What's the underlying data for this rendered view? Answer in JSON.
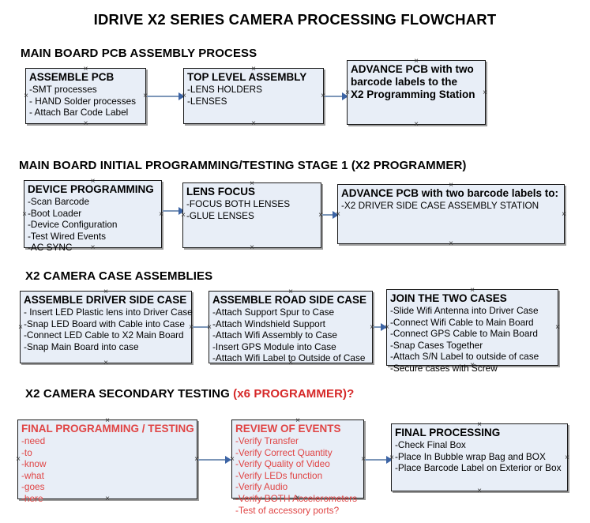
{
  "document": {
    "title": "IDRIVE X2  SERIES CAMERA PROCESSING FLOWCHART"
  },
  "sections": [
    {
      "id": "main-board-pcb-assembly-process",
      "heading": "MAIN BOARD PCB ASSEMBLY PROCESS",
      "heading_accent": "",
      "boxes": [
        {
          "id": "assemble-pcb",
          "title": "ASSEMBLE PCB",
          "lines": [
            "-SMT processes",
            "- HAND Solder processes",
            "- Attach Bar Code Label"
          ],
          "color": "black"
        },
        {
          "id": "top-level-assembly",
          "title": "TOP LEVEL ASSEMBLY",
          "lines": [
            "-LENS HOLDERS",
            "-LENSES"
          ],
          "color": "black"
        },
        {
          "id": "advance-pcb-to-x2-programming-station",
          "title": "ADVANCE PCB with two",
          "lines": [
            "barcode labels to the",
            " X2 Programming Station"
          ],
          "color": "black"
        }
      ]
    },
    {
      "id": "main-board-initial-programming",
      "heading": "MAIN BOARD INITIAL PROGRAMMING/TESTING STAGE 1 (X2 PROGRAMMER)",
      "heading_accent": "",
      "boxes": [
        {
          "id": "device-programming",
          "title": "DEVICE PROGRAMMING",
          "lines": [
            "-Scan Barcode",
            "-Boot Loader",
            "-Device Configuration",
            "-Test Wired Events",
            "-AC SYNC"
          ],
          "color": "black"
        },
        {
          "id": "lens-focus",
          "title": "LENS FOCUS",
          "lines": [
            "-FOCUS BOTH LENSES",
            "-GLUE LENSES"
          ],
          "color": "black"
        },
        {
          "id": "advance-pcb-to-driver-side-case-station",
          "title": "ADVANCE PCB with two barcode labels to:",
          "lines": [
            "-X2 DRIVER  SIDE  CASE  ASSEMBLY STATION"
          ],
          "color": "black"
        }
      ]
    },
    {
      "id": "x2-camera-case-assemblies",
      "heading": "X2 CAMERA CASE ASSEMBLIES",
      "heading_accent": "",
      "boxes": [
        {
          "id": "assemble-driver-side-case",
          "title": "ASSEMBLE DRIVER SIDE CASE",
          "lines": [
            "- Insert LED Plastic lens into Driver Case",
            "-Snap LED Board with Cable into Case",
            "-Connect LED Cable to X2 Main Board",
            "-Snap Main Board into case"
          ],
          "color": "black"
        },
        {
          "id": "assemble-road-side-case",
          "title": "ASSEMBLE ROAD SIDE CASE",
          "lines": [
            "-Attach Support Spur to Case",
            "-Attach Windshield Support",
            "-Attach Wifi Assembly to Case",
            "-Insert GPS Module into Case",
            "-Attach Wifi Label to Outside of Case"
          ],
          "color": "black"
        },
        {
          "id": "join-the-two-cases",
          "title": "JOIN THE TWO CASES",
          "lines": [
            "-Slide Wifi Antenna into Driver Case",
            "-Connect Wifi Cable to Main Board",
            "-Connect GPS Cable to Main Board",
            "-Snap Cases Together",
            "-Attach S/N Label to outside of case",
            "-Secure cases with Screw"
          ],
          "color": "black"
        }
      ]
    },
    {
      "id": "x2-camera-secondary-testing",
      "heading": "X2 CAMERA SECONDARY TESTING ",
      "heading_accent": "(x6 PROGRAMMER)?",
      "boxes": [
        {
          "id": "final-programming-testing",
          "title": "FINAL PROGRAMMING / TESTING",
          "lines": [
            "-need",
            "-to",
            "-know",
            "-what",
            "-goes",
            "-here"
          ],
          "color": "red"
        },
        {
          "id": "review-of-events",
          "title": "REVIEW OF EVENTS",
          "lines": [
            "-Verify Transfer",
            "-Verify Correct Quantity",
            "-Verify Quality of Video",
            "-Verify LEDs function",
            "-Verify Audio",
            "-Verify BOTH Accelerometers",
            "-Test of accessory ports?"
          ],
          "color": "red"
        },
        {
          "id": "final-processing",
          "title": "FINAL PROCESSING",
          "lines": [
            " -Check Final Box",
            "-Place In Bubble wrap Bag and BOX",
            "-Place Barcode Label on Exterior or Box"
          ],
          "color": "black"
        }
      ]
    }
  ],
  "colors": {
    "box_fill": "#e8eef7",
    "box_border": "#1a1a1a",
    "connector": "#7c96b8",
    "arrow_head": "#3c64a5",
    "accent_red": "#d62828",
    "red_text": "#e04545",
    "background": "#ffffff"
  }
}
